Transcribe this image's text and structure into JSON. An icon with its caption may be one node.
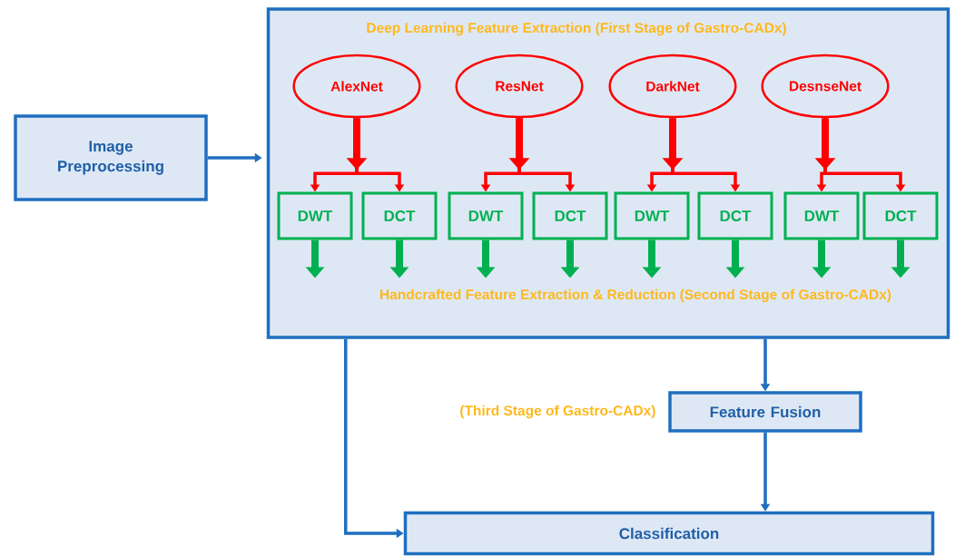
{
  "diagram": {
    "nodes": [
      {
        "text": [
          "Image Preprocessing"
        ]
      },
      {
        "text": [
          "Deep Learning Feature Extraction (First Stage of Gastro-CADx)",
          "Handcrafted Feature Extraction & Reduction (Second Stage of Gastro-CADx)"
        ]
      },
      {
        "text": [
          "AlexNet"
        ],
        "in": 1
      },
      {
        "text": [
          "ResNet"
        ],
        "in": 1
      },
      {
        "text": [
          "DarkNet"
        ],
        "in": 1
      },
      {
        "text": [
          "DesnseNet"
        ],
        "in": 1
      },
      {
        "text": [
          "DWT"
        ],
        "in": 1
      },
      {
        "text": [
          "DCT"
        ],
        "in": 1
      },
      {
        "text": [
          "DWT"
        ],
        "in": 1
      },
      {
        "text": [
          "DCT"
        ],
        "in": 1
      },
      {
        "text": [
          "DWT"
        ],
        "in": 1
      },
      {
        "text": [
          "DCT"
        ],
        "in": 1
      },
      {
        "text": [
          "DWT"
        ],
        "in": 1
      },
      {
        "text": [
          "DCT"
        ],
        "in": 1
      },
      {
        "text": [
          "Feature Fusion"
        ],
        "beside": [
          "(Third Stage of Gastro-CADx)"
        ]
      },
      {
        "text": [
          "Classification"
        ]
      }
    ],
    "edges": [
      {
        "from": 0,
        "to": 1,
        "arrow": "to",
        "color": "#1f6fc0"
      },
      {
        "from": 2,
        "to": 6,
        "arrow": "to",
        "color": "#ff0000"
      },
      {
        "from": 2,
        "to": 7,
        "arrow": "to",
        "color": "#ff0000"
      },
      {
        "from": 3,
        "to": 8,
        "arrow": "to",
        "color": "#ff0000"
      },
      {
        "from": 3,
        "to": 9,
        "arrow": "to",
        "color": "#ff0000"
      },
      {
        "from": 4,
        "to": 10,
        "arrow": "to",
        "color": "#ff0000"
      },
      {
        "from": 4,
        "to": 11,
        "arrow": "to",
        "color": "#ff0000"
      },
      {
        "from": 5,
        "to": 12,
        "arrow": "to",
        "color": "#ff0000"
      },
      {
        "from": 5,
        "to": 13,
        "arrow": "to",
        "color": "#ff0000"
      },
      {
        "from": 6,
        "to": null,
        "arrow": "to",
        "style": "thick",
        "color": "#00b050"
      },
      {
        "from": 7,
        "to": null,
        "arrow": "to",
        "style": "thick",
        "color": "#00b050"
      },
      {
        "from": 8,
        "to": null,
        "arrow": "to",
        "style": "thick",
        "color": "#00b050"
      },
      {
        "from": 9,
        "to": null,
        "arrow": "to",
        "style": "thick",
        "color": "#00b050"
      },
      {
        "from": 10,
        "to": null,
        "arrow": "to",
        "style": "thick",
        "color": "#00b050"
      },
      {
        "from": 11,
        "to": null,
        "arrow": "to",
        "style": "thick",
        "color": "#00b050"
      },
      {
        "from": 12,
        "to": null,
        "arrow": "to",
        "style": "thick",
        "color": "#00b050"
      },
      {
        "from": 13,
        "to": null,
        "arrow": "to",
        "style": "thick",
        "color": "#00b050"
      },
      {
        "from": 1,
        "to": 14,
        "arrow": "to",
        "color": "#1f6fc0"
      },
      {
        "from": 14,
        "to": 15,
        "arrow": "to",
        "color": "#1f6fc0"
      },
      {
        "from": 1,
        "to": 15,
        "arrow": "to",
        "color": "#1f6fc0"
      }
    ]
  }
}
